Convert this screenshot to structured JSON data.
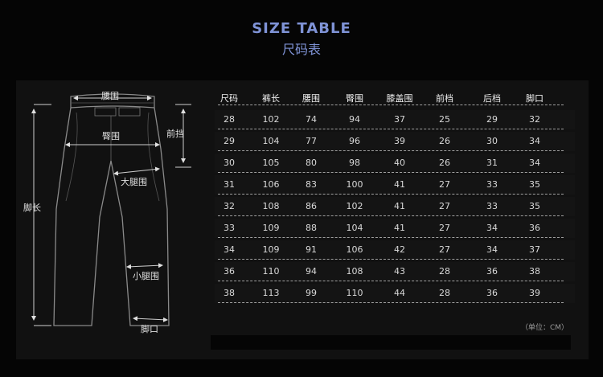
{
  "title": {
    "en": "SIZE TABLE",
    "cn": "尺码表"
  },
  "diagram": {
    "waist": "腰围",
    "hip": "臀围",
    "front_rise": "前挡",
    "thigh": "大腿围",
    "length": "脚长",
    "calf": "小腿围",
    "hem": "脚口"
  },
  "table": {
    "headers": [
      "尺码",
      "裤长",
      "腰围",
      "臀围",
      "膝盖围",
      "前档",
      "后档",
      "脚口"
    ],
    "rows": [
      [
        "28",
        "102",
        "74",
        "94",
        "37",
        "25",
        "29",
        "32"
      ],
      [
        "29",
        "104",
        "77",
        "96",
        "39",
        "26",
        "30",
        "34"
      ],
      [
        "30",
        "105",
        "80",
        "98",
        "40",
        "26",
        "31",
        "34"
      ],
      [
        "31",
        "106",
        "83",
        "100",
        "41",
        "27",
        "33",
        "35"
      ],
      [
        "32",
        "108",
        "86",
        "102",
        "41",
        "27",
        "33",
        "35"
      ],
      [
        "33",
        "109",
        "88",
        "104",
        "41",
        "27",
        "34",
        "36"
      ],
      [
        "34",
        "109",
        "91",
        "106",
        "42",
        "27",
        "34",
        "37"
      ],
      [
        "36",
        "110",
        "94",
        "108",
        "43",
        "28",
        "36",
        "38"
      ],
      [
        "38",
        "113",
        "99",
        "110",
        "44",
        "28",
        "36",
        "39"
      ]
    ]
  },
  "unit": "（单位：CM）",
  "colors": {
    "accent": "#7f93d6",
    "background": "#050505",
    "panel": "#111111"
  }
}
